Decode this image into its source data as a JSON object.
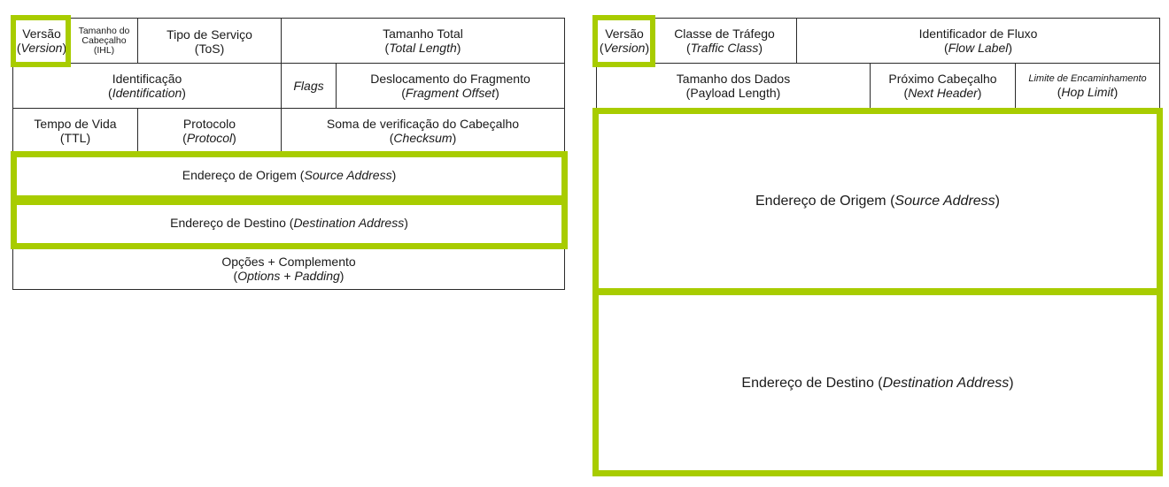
{
  "ipv4": {
    "version": {
      "label": "Versão",
      "en": "Version"
    },
    "ihl": {
      "label1": "Tamanho do",
      "label2": "Cabeçalho",
      "en": "IHL"
    },
    "tos": {
      "label": "Tipo de Serviço",
      "en": "ToS"
    },
    "total_length": {
      "label": "Tamanho Total",
      "en": "Total Length"
    },
    "identification": {
      "label": "Identificação",
      "en": "Identification"
    },
    "flags": {
      "label": "Flags"
    },
    "fragment_offset": {
      "label": "Deslocamento do Fragmento",
      "en": "Fragment Offset"
    },
    "ttl": {
      "label": "Tempo de Vida",
      "en": "TTL"
    },
    "protocol": {
      "label": "Protocolo",
      "en": "Protocol"
    },
    "checksum": {
      "label": "Soma de verificação do Cabeçalho",
      "en": "Checksum"
    },
    "source": {
      "label": "Endereço de Origem",
      "en": "Source Address"
    },
    "destination": {
      "label": "Endereço de Destino",
      "en": "Destination Address"
    },
    "options": {
      "label": "Opções + Complemento",
      "en1": "Options",
      "plus": "+",
      "en2": "Padding"
    }
  },
  "ipv6": {
    "version": {
      "label": "Versão",
      "en": "Version"
    },
    "traffic_class": {
      "label": "Classe de Tráfego",
      "en": "Traffic Class"
    },
    "flow_label": {
      "label": "Identificador de Fluxo",
      "en": "Flow Label"
    },
    "payload_length": {
      "label": "Tamanho dos Dados",
      "en": "Payload Length"
    },
    "next_header": {
      "label": "Próximo Cabeçalho",
      "en": "Next Header"
    },
    "hop_limit": {
      "label": "Limite de Encaminhamento",
      "en": "Hop Limit"
    },
    "source": {
      "label": "Endereço de Origem",
      "en": "Source Address"
    },
    "destination": {
      "label": "Endereço de Destino",
      "en": "Destination Address"
    }
  },
  "colors": {
    "highlight": "#a8cc00",
    "line": "#2a2a2a"
  }
}
